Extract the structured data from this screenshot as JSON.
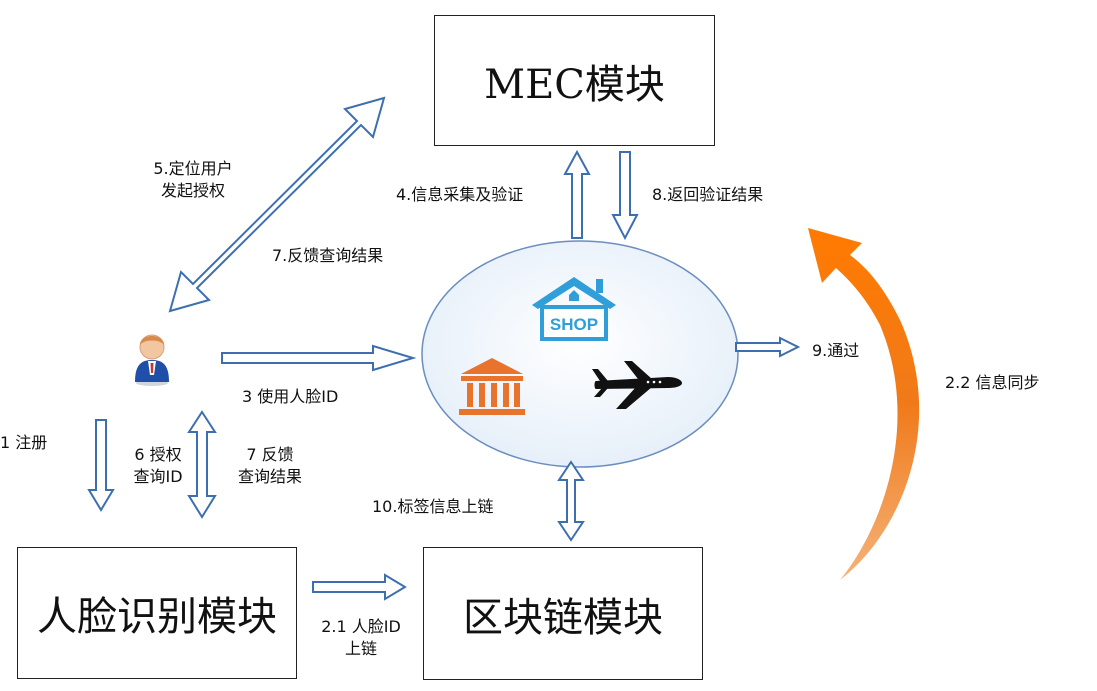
{
  "modules": {
    "mec": "MEC模块",
    "face": "人脸识别模块",
    "chain": "区块链模块"
  },
  "labels": {
    "locate": [
      "5.定位用户",
      "发起授权"
    ],
    "collect": "4.信息采集及验证",
    "return_result": "8.返回验证结果",
    "feedback_query": "7.反馈查询结果",
    "use_face_id": "3 使用人脸ID",
    "pass": "9.通过",
    "sync": "2.2 信息同步",
    "register": "1  注册",
    "authorize": [
      "6 授权",
      "查询ID"
    ],
    "feedback": [
      "7 反馈",
      "查询结果"
    ],
    "tag_onchain": "10.标签信息上链",
    "face_onchain": [
      "2.1 人脸ID",
      "上链"
    ]
  },
  "icons": {
    "user": "user-avatar-icon",
    "shop": "shop-icon",
    "bank": "bank-icon",
    "plane": "airplane-icon"
  },
  "colors": {
    "arrow_fill": "#ffffff",
    "arrow_stroke": "#3d6fb0",
    "sync_arrow": "#f07a1a",
    "ellipse_fill": "#eef4fb",
    "ellipse_stroke": "#6a8ec0",
    "shop_blue": "#2f9ed9",
    "bank_orange": "#e8732c"
  },
  "shop_sign": "SHOP"
}
